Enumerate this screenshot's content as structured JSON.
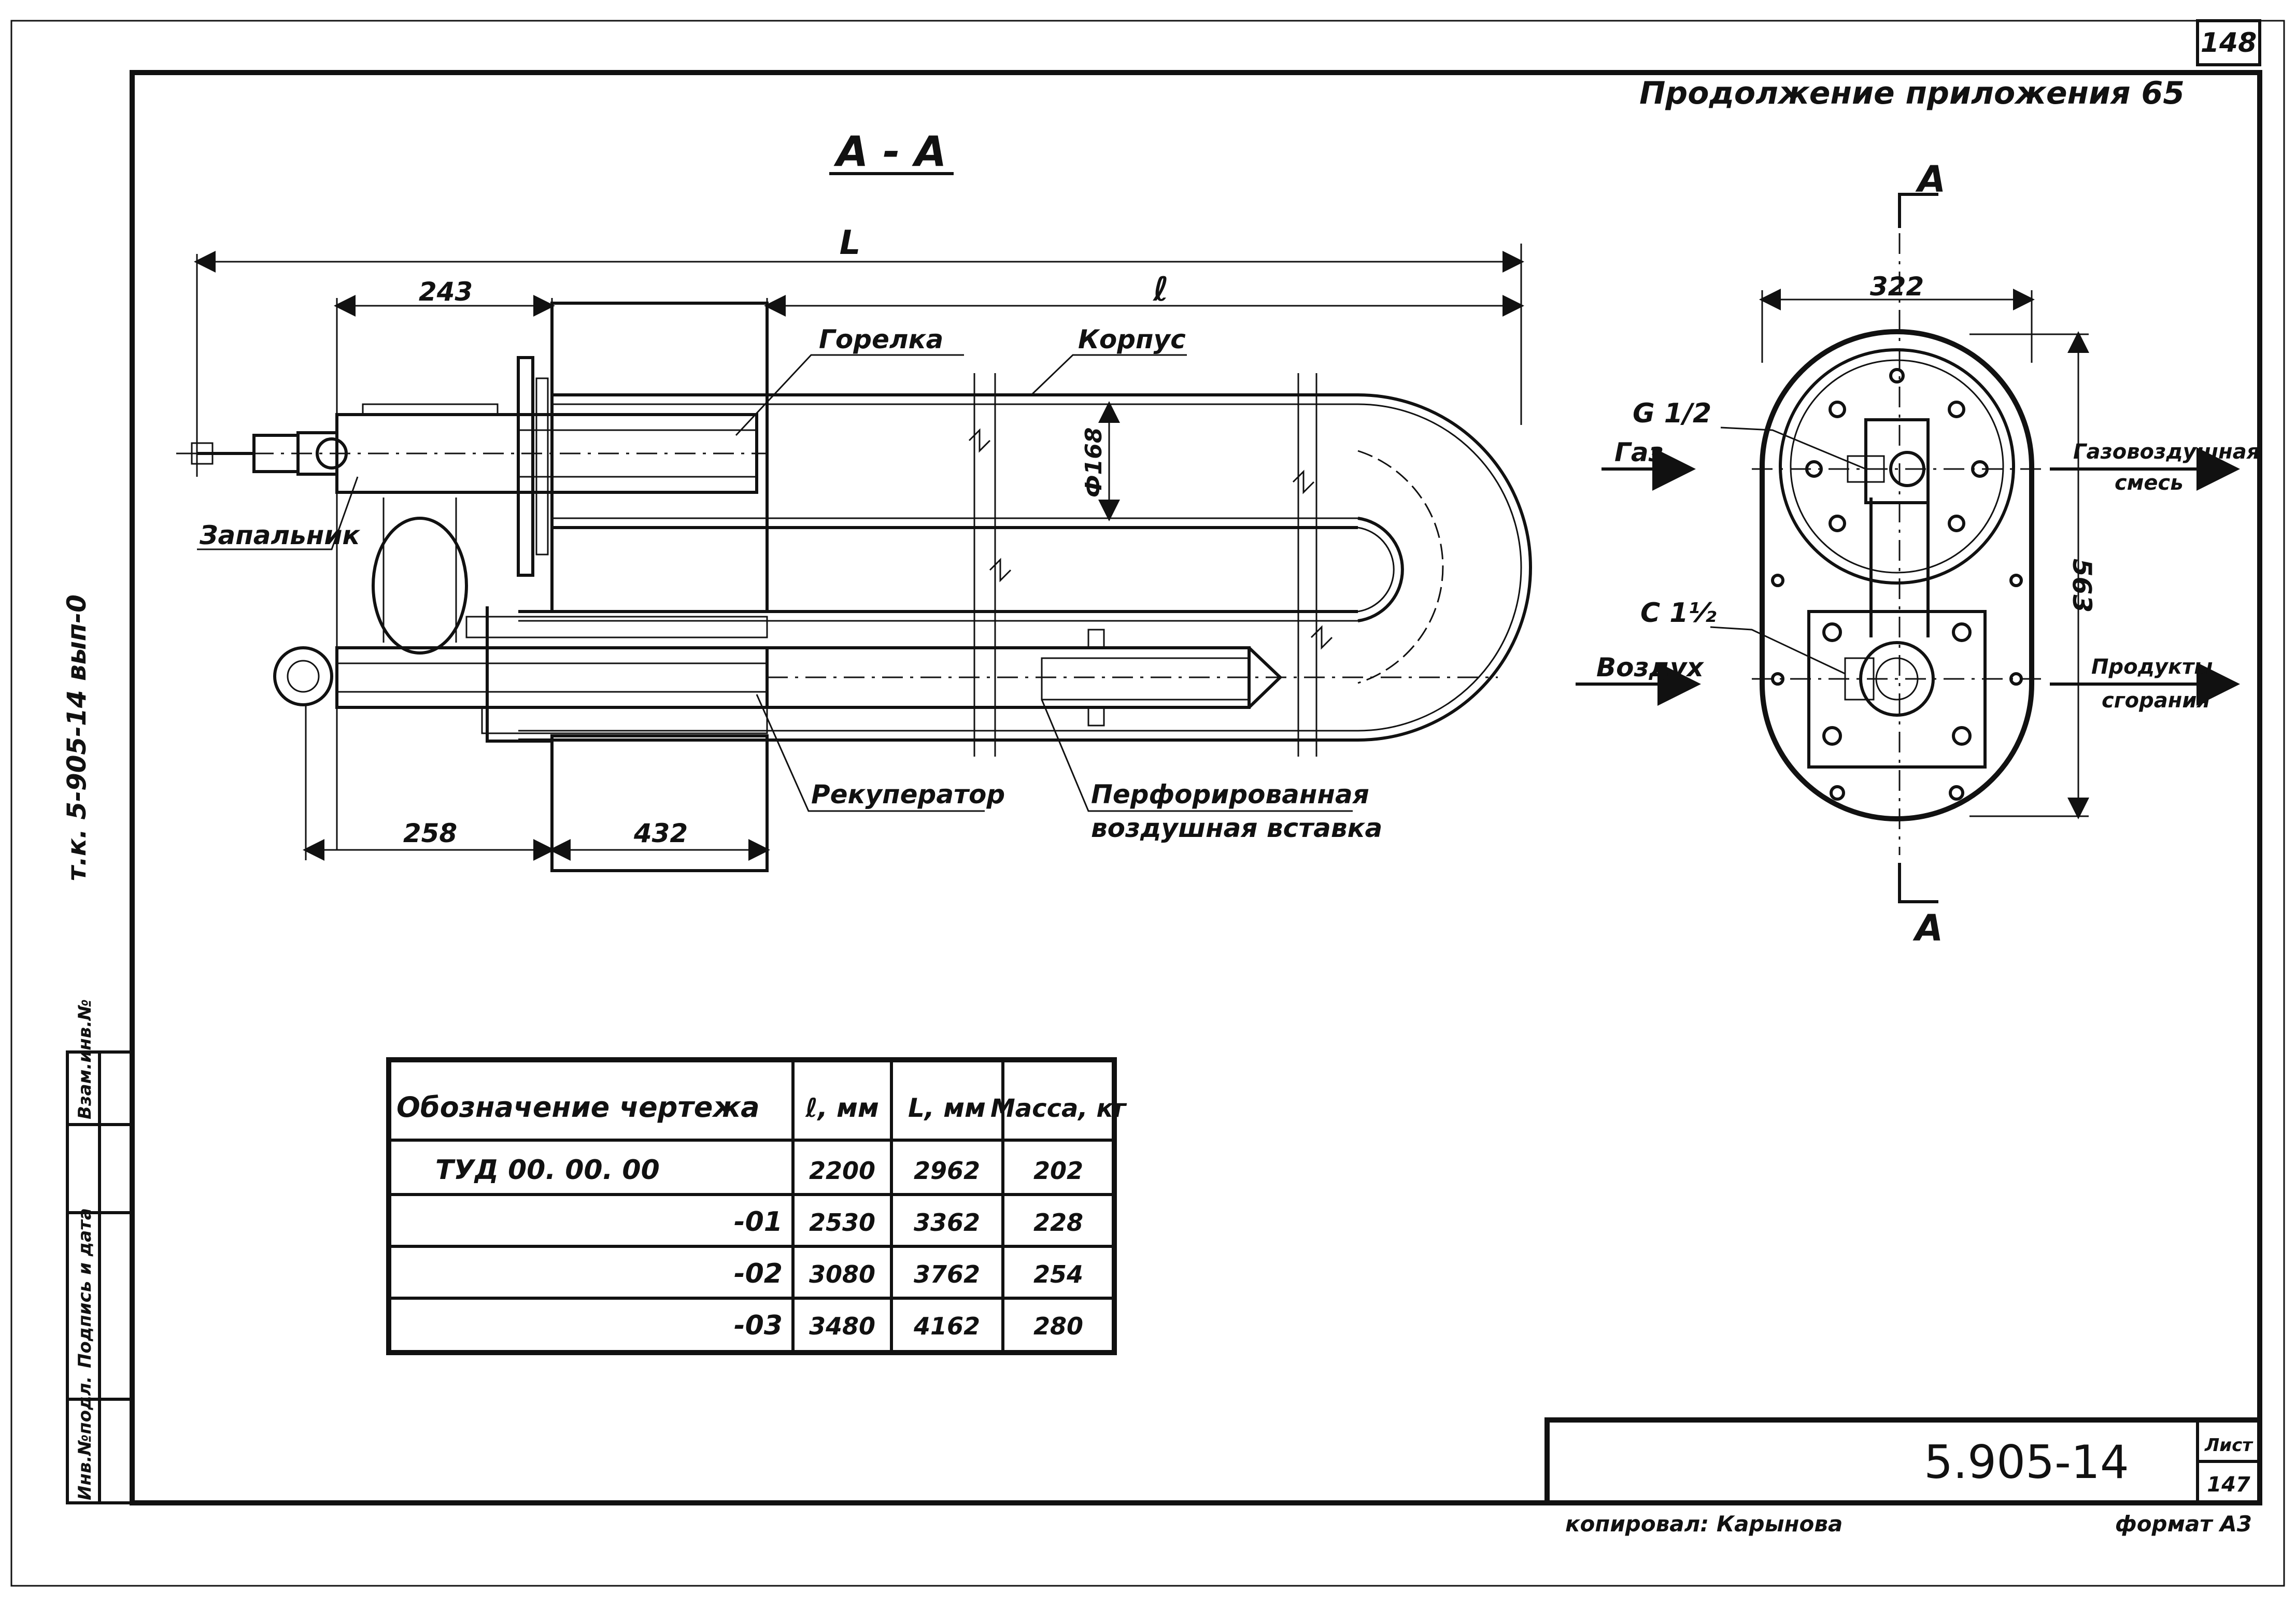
{
  "sheet": {
    "page_number": "148",
    "header": "Продолжение приложения 65",
    "doc_code": "5.905-14",
    "sheet_label": "Лист",
    "sheet_number": "147",
    "copied_by": "копировал: Карынова",
    "format": "формат А3",
    "side_note": "т.к. 5-905-14 вып-0"
  },
  "stamp": {
    "cells": [
      "Инв.№подл.",
      "Подпись и дата",
      "Взам.инв.№"
    ]
  },
  "section_view": {
    "title": "А - А",
    "dim_L": "L",
    "dim_l": "ℓ",
    "dim_243": "243",
    "dim_258": "258",
    "dim_432": "432",
    "dim_d": "Ф168",
    "label_burner": "Горелка",
    "label_body": "Корпус",
    "label_igniter": "Запальник",
    "label_recuperator": "Рекуператор",
    "label_insert_1": "Перфорированная",
    "label_insert_2": "воздушная вставка"
  },
  "side_view": {
    "cut_top": "А",
    "cut_bottom": "А",
    "dim_width": "322",
    "dim_height": "563",
    "thread_gas": "G 1/2",
    "thread_air": "C 1½",
    "in_gas": "Газ",
    "in_air": "Воздух",
    "out_mix_1": "Газовоздушная",
    "out_mix_2": "смесь",
    "out_products_1": "Продукты",
    "out_products_2": "сгорания"
  },
  "table": {
    "headers": [
      "Обозначение чертежа",
      "ℓ, мм",
      "L, мм",
      "Масса, кг"
    ],
    "rows": [
      {
        "designation": "ТУД 00. 00. 00",
        "l": "2200",
        "L": "2962",
        "mass": "202"
      },
      {
        "designation": "-01",
        "l": "2530",
        "L": "3362",
        "mass": "228"
      },
      {
        "designation": "-02",
        "l": "3080",
        "L": "3762",
        "mass": "254"
      },
      {
        "designation": "-03",
        "l": "3480",
        "L": "4162",
        "mass": "280"
      }
    ]
  }
}
